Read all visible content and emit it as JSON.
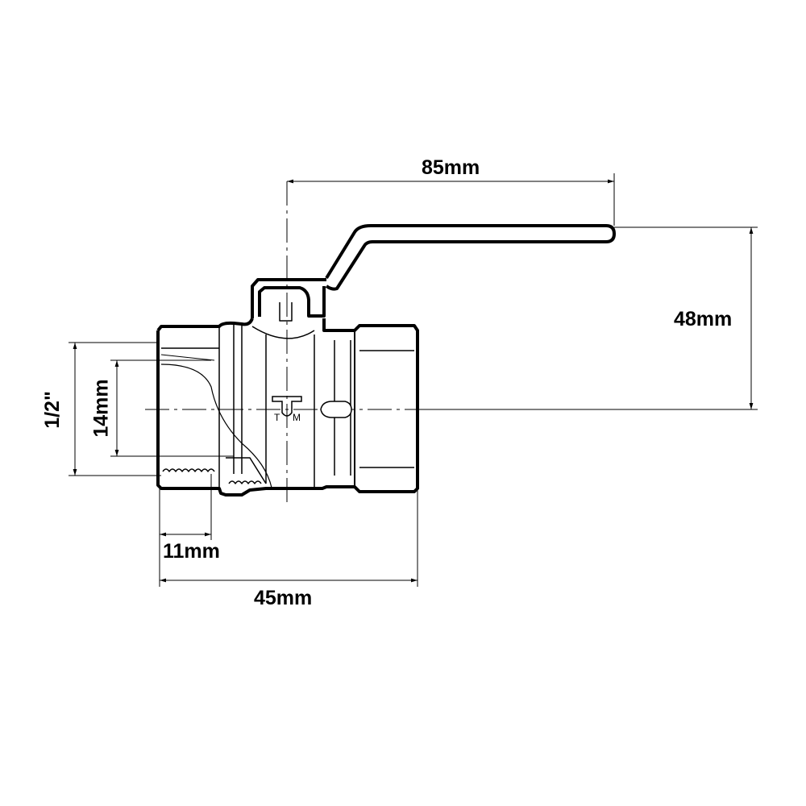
{
  "dimensions": {
    "handle_length": "85mm",
    "handle_height": "48mm",
    "thread_size": "1/2\"",
    "bore": "14mm",
    "thread_depth": "11mm",
    "body_length": "45mm"
  },
  "logo_text": "TM",
  "colors": {
    "line": "#000000",
    "background": "#ffffff"
  }
}
